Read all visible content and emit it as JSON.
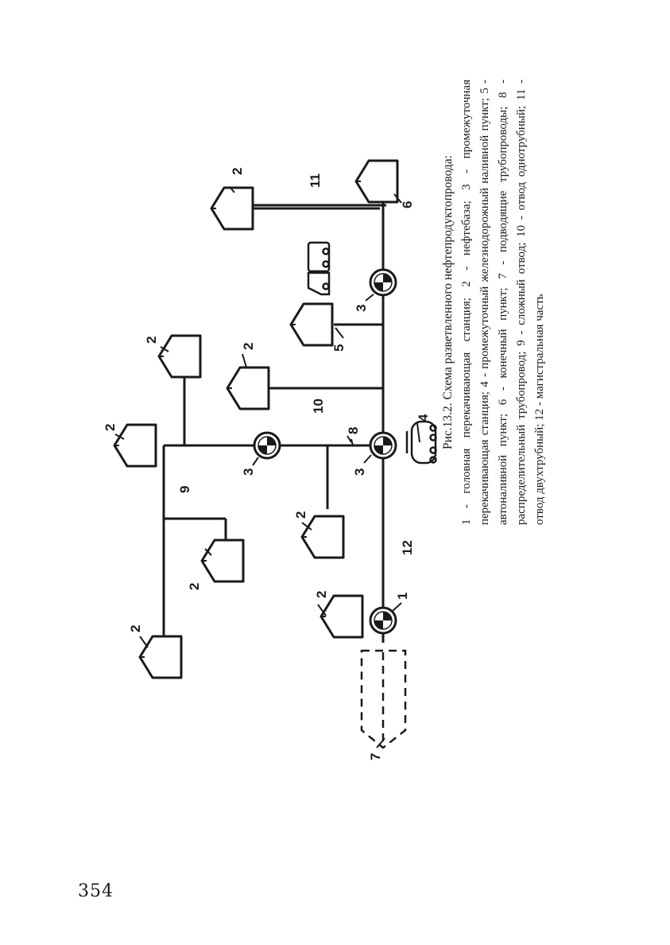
{
  "page": {
    "number": "354"
  },
  "caption": {
    "title": "Рис.13.2. Схема разветвленного нефтепродуктопровода:",
    "legend_text": "1 - головная перекачивающая станция; 2 - нефтебаза; 3 - промежуточная перекачивающая станция; 4 - промежуточный железнодорожный наливной пункт; 5 - автоналивной пункт; 6 - конечный пункт; 7 - подводящие трубопроводы; 8 - распределительный трубопровод; 9 - сложный отвод; 10 - отвод однотрубный; 11 - отвод двухтрубный; 12 - магистральная часть"
  },
  "labels": {
    "head_station": "1",
    "depot": "2",
    "intermediate_station": "3",
    "rail_point": "4",
    "auto_point": "5",
    "end_point": "6",
    "feed_pipelines": "7",
    "distribution_pipeline": "8",
    "complex_branch": "9",
    "single_branch": "10",
    "double_branch": "11",
    "main_part": "12"
  },
  "colors": {
    "ink": "#1a1a1a",
    "paper": "#ffffff"
  },
  "icons": {
    "pump_station": "pump-station-icon",
    "depot": "oil-depot-icon",
    "rail_tank_car": "rail-tank-car-icon",
    "tank_truck": "tank-truck-icon"
  }
}
